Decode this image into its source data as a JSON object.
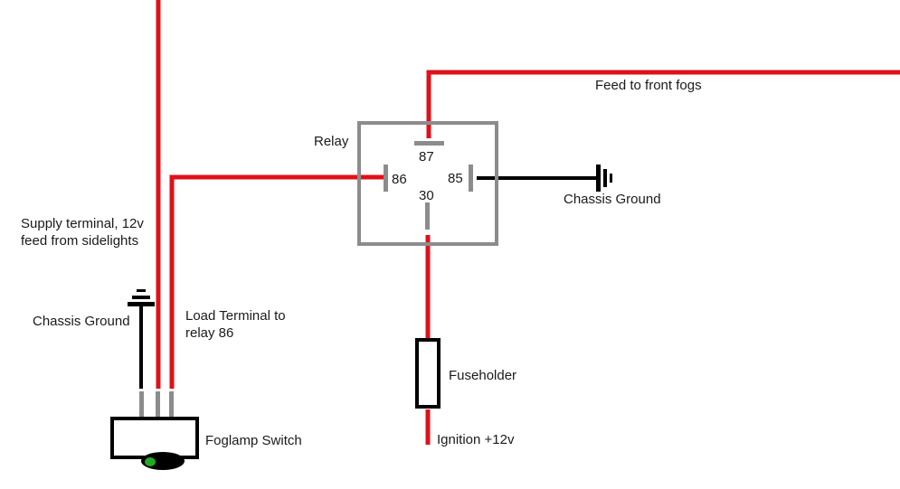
{
  "labels": {
    "feed_front_fogs": "Feed to front fogs",
    "relay": "Relay",
    "chassis_ground_relay": "Chassis Ground",
    "supply_line1": "Supply terminal, 12v",
    "supply_line2": "feed from sidelights",
    "chassis_ground_switch": "Chassis Ground",
    "load_line1": "Load Terminal to",
    "load_line2": "relay 86",
    "fuseholder": "Fuseholder",
    "ignition": "Ignition +12v",
    "foglamp_switch": "Foglamp Switch"
  },
  "relay_pins": {
    "p87": "87",
    "p86": "86",
    "p85": "85",
    "p30": "30"
  },
  "colors": {
    "wire_live": "#e0101a",
    "wire_ground": "#000000",
    "relay_outline": "#8c8c8c",
    "pin_contact": "#8c8c8c",
    "switch_indicator": "#22aa22"
  }
}
